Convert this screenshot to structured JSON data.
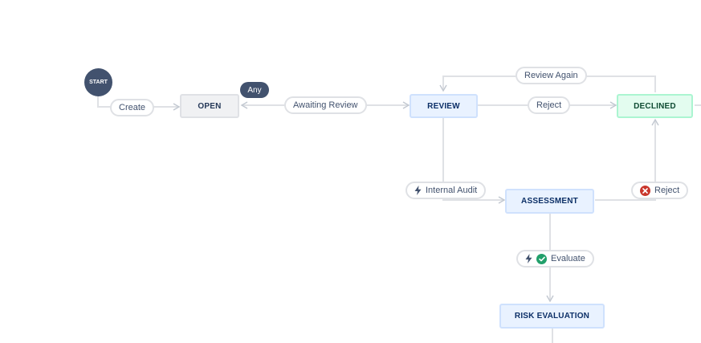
{
  "diagram": {
    "start_label": "START",
    "any_label": "Any",
    "statuses": {
      "open": "OPEN",
      "review": "REVIEW",
      "declined": "DECLINED",
      "assessment": "ASSESSMENT",
      "risk_evaluation": "RISK EVALUATION"
    },
    "transitions": {
      "create": "Create",
      "awaiting_review": "Awaiting Review",
      "review_again": "Review Again",
      "reject_review": "Reject",
      "internal_audit": "Internal Audit",
      "reject_assessment": "Reject",
      "evaluate": "Evaluate"
    },
    "colors": {
      "line": "#dfe1e5",
      "arrow": "#c1c7d0",
      "start": "#42526e",
      "success": "#22a06b",
      "danger": "#c9372c"
    },
    "icons": {
      "bolt": "lightning-bolt-icon",
      "success": "check-circle-icon",
      "danger": "cross-circle-icon"
    }
  }
}
